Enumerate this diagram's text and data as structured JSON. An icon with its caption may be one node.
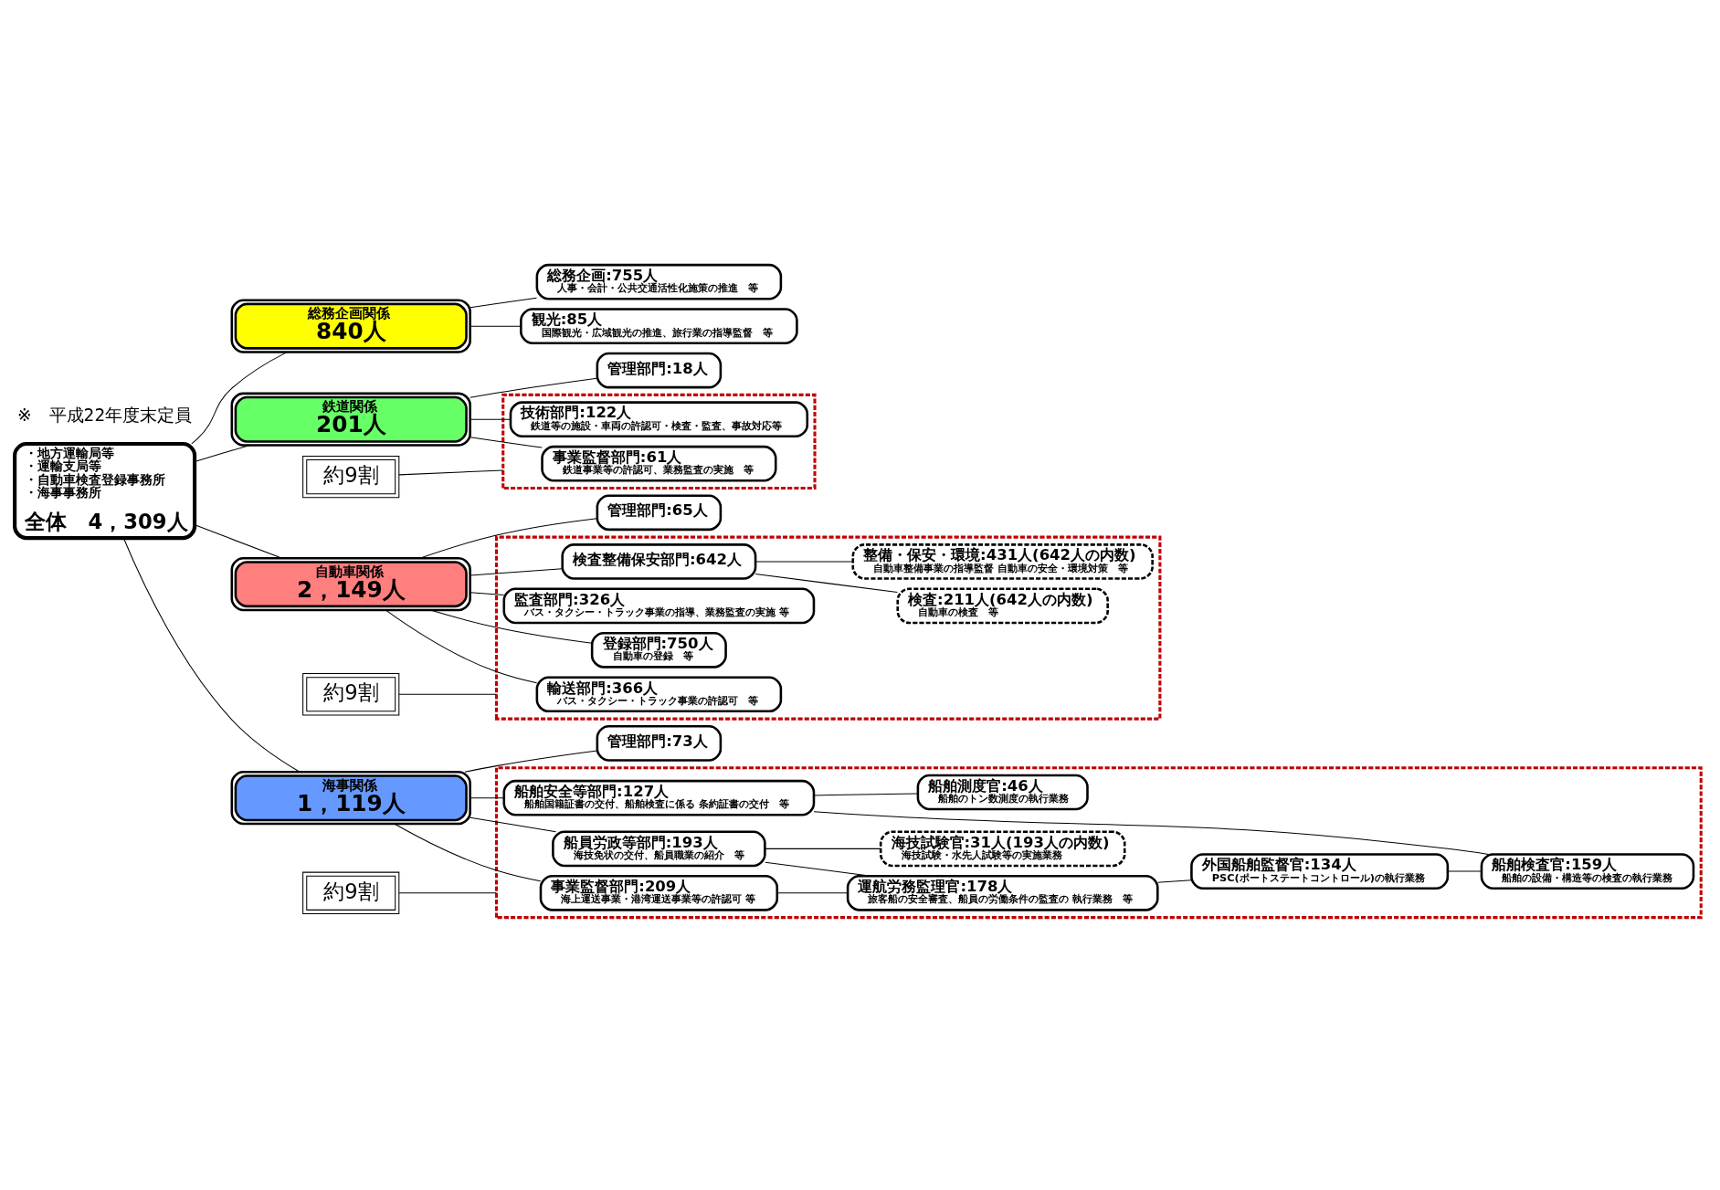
{
  "diagram": {
    "nodes": [
      {
        "text": [
          "・地方運輸局等",
          "・運輸支局等",
          "・自動車検査登録事務所",
          "・海事事務所",
          "全体　4，309人"
        ]
      },
      {
        "text": [
          "総務企画関係",
          "840人"
        ]
      },
      {
        "text": [
          "鉄道関係",
          "201人"
        ]
      },
      {
        "text": [
          "自動車関係",
          "2，149人"
        ]
      },
      {
        "text": [
          "海事関係",
          "1，119人"
        ]
      },
      {
        "text": [
          "総務企画:755人",
          "人事・会計・公共交通活性化施策の推進　等"
        ]
      },
      {
        "text": [
          "観光:85人",
          "国際観光・広域観光の推進、旅行業の指導監督　等"
        ]
      },
      {
        "text": [
          "管理部門:18人"
        ]
      },
      {
        "text": [],
        "shape": "box"
      },
      {
        "text": [
          "事業監督部門:61人",
          "鉄道事業等の許認可、業務監査の実施　等"
        ],
        "in": 8
      },
      {
        "text": [
          "技術部門:122人",
          "鉄道等の施設・車両の許認可・検査・監査、事故対応等"
        ],
        "in": 8
      },
      {
        "text": [
          "約9割"
        ]
      },
      {
        "text": [
          "管理部門:65人"
        ]
      },
      {
        "text": [],
        "shape": "box"
      },
      {
        "text": [
          "輸送部門:366人",
          "バス・タクシー・トラック事業の許認可　等"
        ],
        "in": 13
      },
      {
        "text": [
          "監査部門:326人",
          "バス・タクシー・トラック事業の指導、業務監査の実施 等"
        ],
        "in": 13
      },
      {
        "text": [
          "登録部門:750人",
          "自動車の登録　等"
        ],
        "in": 13
      },
      {
        "text": [
          "検査整備保安部門:642人"
        ],
        "in": 13
      },
      {
        "text": [
          "検査:211人(642人の内数)",
          "自動車の検査　等"
        ],
        "in": 13
      },
      {
        "text": [
          "整備・保安・環境:431人(642人の内数)",
          "自動車整備事業の指導監督 自動車の安全・環境対策　等"
        ],
        "in": 13
      },
      {
        "text": [
          "管理部門:73人"
        ]
      },
      {
        "text": [],
        "shape": "box"
      },
      {
        "text": [
          "事業監督部門:209人",
          "海上運送事業・港湾運送事業等の許認可 等"
        ],
        "in": 21
      },
      {
        "text": [
          "船員労政等部門:193人",
          "海技免状の交付、船員職業の紹介　等"
        ],
        "in": 21
      },
      {
        "text": [
          "海技試験官:31人(193人の内数)",
          "海技試験・水先人試験等の実施業務"
        ],
        "in": 21
      },
      {
        "text": [
          "船舶安全等部門:127人",
          "船舶国籍証書の交付、船舶検査に係る 条約証書の交付　等"
        ],
        "in": 21
      },
      {
        "text": [
          "運航労務監理官:178人",
          "旅客船の安全審査、船員の労働条件の監査の 執行業務　等"
        ],
        "in": 21
      },
      {
        "text": [
          "外国船舶監督官:134人",
          "PSC(ポートステートコントロール)の執行業務"
        ],
        "in": 21
      },
      {
        "text": [
          "船舶検査官:159人",
          "船舶の設備・構造等の検査の執行業務"
        ],
        "in": 21
      },
      {
        "text": [
          "船舶測度官:46人",
          "船舶のトン数測度の執行業務"
        ],
        "in": 21
      },
      {
        "text": [
          "約9割"
        ]
      },
      {
        "text": [
          "約9割"
        ]
      }
    ],
    "edges": [
      {
        "from": 0,
        "to": 1,
        "arrow": "none"
      },
      {
        "from": 0,
        "to": 2,
        "arrow": "none"
      },
      {
        "from": 0,
        "to": 3,
        "arrow": "none"
      },
      {
        "from": 0,
        "to": 4,
        "arrow": "none"
      },
      {
        "from": 1,
        "to": 5,
        "arrow": "none"
      },
      {
        "from": 1,
        "to": 6,
        "arrow": "none"
      },
      {
        "from": 2,
        "to": 7,
        "arrow": "none"
      },
      {
        "from": 2,
        "to": 9,
        "arrow": "none"
      },
      {
        "from": 2,
        "to": 10,
        "arrow": "none"
      },
      {
        "from": 11,
        "to": 8,
        "arrow": "none"
      },
      {
        "from": 3,
        "to": 12,
        "arrow": "none"
      },
      {
        "from": 3,
        "to": 14,
        "arrow": "none"
      },
      {
        "from": 3,
        "to": 15,
        "arrow": "none"
      },
      {
        "from": 3,
        "to": 16,
        "arrow": "none"
      },
      {
        "from": 3,
        "to": 17,
        "arrow": "none"
      },
      {
        "from": 17,
        "to": 18,
        "arrow": "none"
      },
      {
        "from": 17,
        "to": 19,
        "arrow": "none"
      },
      {
        "from": 4,
        "to": 20,
        "arrow": "none"
      },
      {
        "from": 4,
        "to": 22,
        "arrow": "none"
      },
      {
        "from": 4,
        "to": 23,
        "arrow": "none"
      },
      {
        "from": 4,
        "to": 25,
        "arrow": "none"
      },
      {
        "from": 23,
        "to": 24,
        "arrow": "none"
      },
      {
        "from": 22,
        "to": 26,
        "arrow": "none"
      },
      {
        "from": 23,
        "to": 26,
        "arrow": "none"
      },
      {
        "from": 26,
        "to": 27,
        "arrow": "none"
      },
      {
        "from": 27,
        "to": 28,
        "arrow": "none"
      },
      {
        "from": 25,
        "to": 28,
        "arrow": "none"
      },
      {
        "from": 25,
        "to": 29,
        "arrow": "none"
      },
      {
        "from": 30,
        "to": 21,
        "arrow": "none"
      },
      {
        "from": 31,
        "to": 13,
        "arrow": "none"
      }
    ],
    "labels": [
      "※　平成22年度末定員"
    ]
  }
}
